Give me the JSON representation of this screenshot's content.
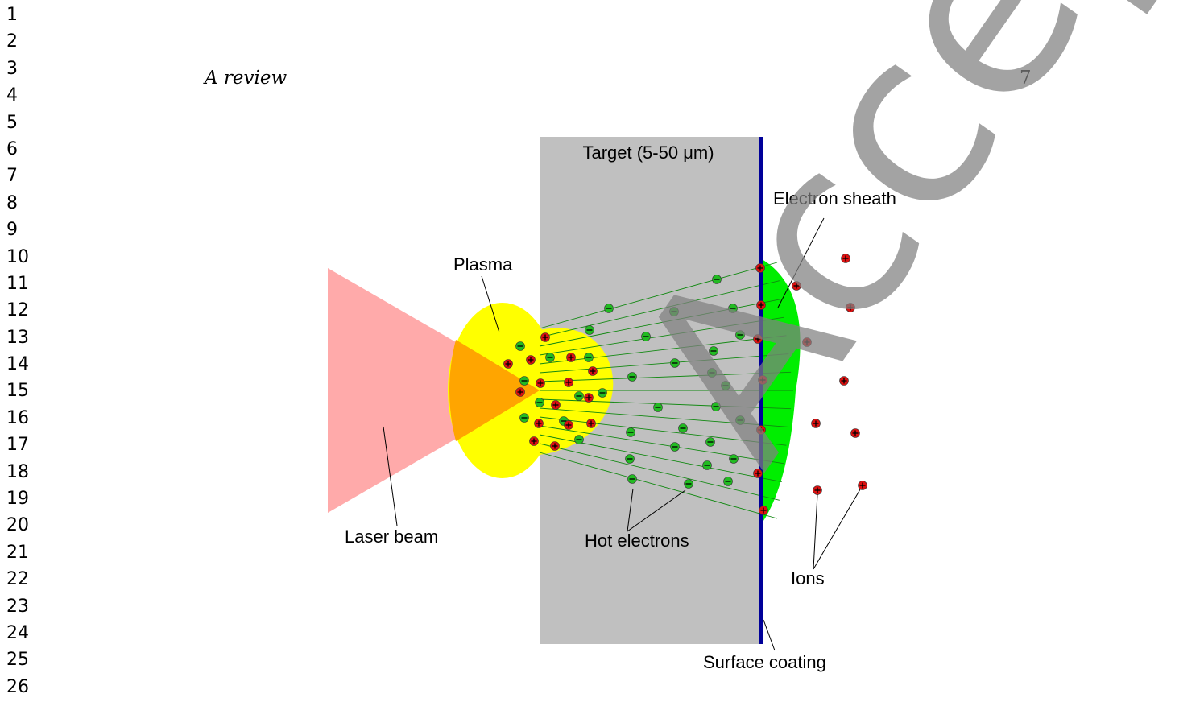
{
  "page": {
    "running_head": "A review",
    "page_number": "7",
    "line_numbers": [
      "1",
      "2",
      "3",
      "4",
      "5",
      "6",
      "7",
      "8",
      "9",
      "10",
      "11",
      "12",
      "13",
      "14",
      "15",
      "16",
      "17",
      "18",
      "19",
      "20",
      "21",
      "22",
      "23",
      "24",
      "25",
      "26"
    ],
    "watermark_text": "Accepted Manuscript"
  },
  "figure": {
    "labels": {
      "target": "Target (5-50 μm)",
      "electron_sheath": "Electron sheath",
      "plasma": "Plasma",
      "laser_beam": "Laser beam",
      "hot_electrons": "Hot electrons",
      "ions": "Ions",
      "surface_coating": "Surface coating"
    },
    "symbols": {
      "electron": "−",
      "ion": "+"
    },
    "colors": {
      "target": "#c0c0c0",
      "laser": "#ffaaaa",
      "plasma": "#ffff00",
      "overlap": "#ffa500",
      "sheath": "#00ee00",
      "coating": "#000099",
      "electron": "#22bb22",
      "ion": "#dd1111",
      "field_line": "#118811"
    }
  }
}
